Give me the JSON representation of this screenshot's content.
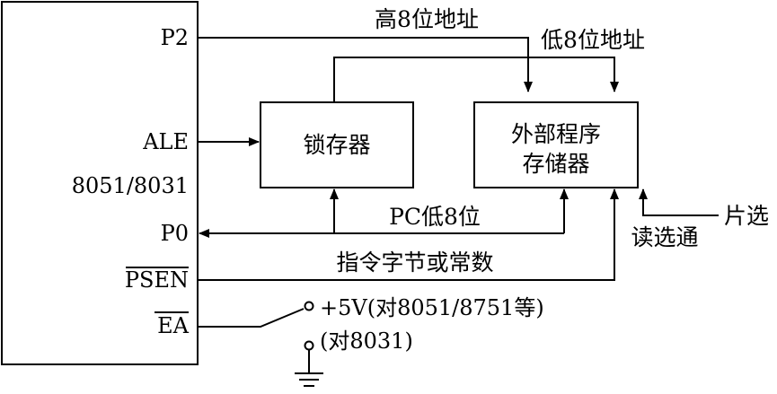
{
  "cpu": {
    "chip_name": "8051/8031",
    "pins": {
      "p2": "P2",
      "ale": "ALE",
      "p0": "P0",
      "psen": "PSEN",
      "ea": "EA"
    }
  },
  "blocks": {
    "latch": "锁存器",
    "memory_line1": "外部程序",
    "memory_line2": "存储器"
  },
  "signals": {
    "high_address": "高8位地址",
    "low_address": "低8位地址",
    "pc_low": "PC低8位",
    "instruction_byte": "指令字节或常数",
    "read_strobe": "读选通",
    "chip_select": "片选"
  },
  "power": {
    "vcc_option": "+5V(对8051/8751等)",
    "gnd_option": "(对8031)"
  }
}
